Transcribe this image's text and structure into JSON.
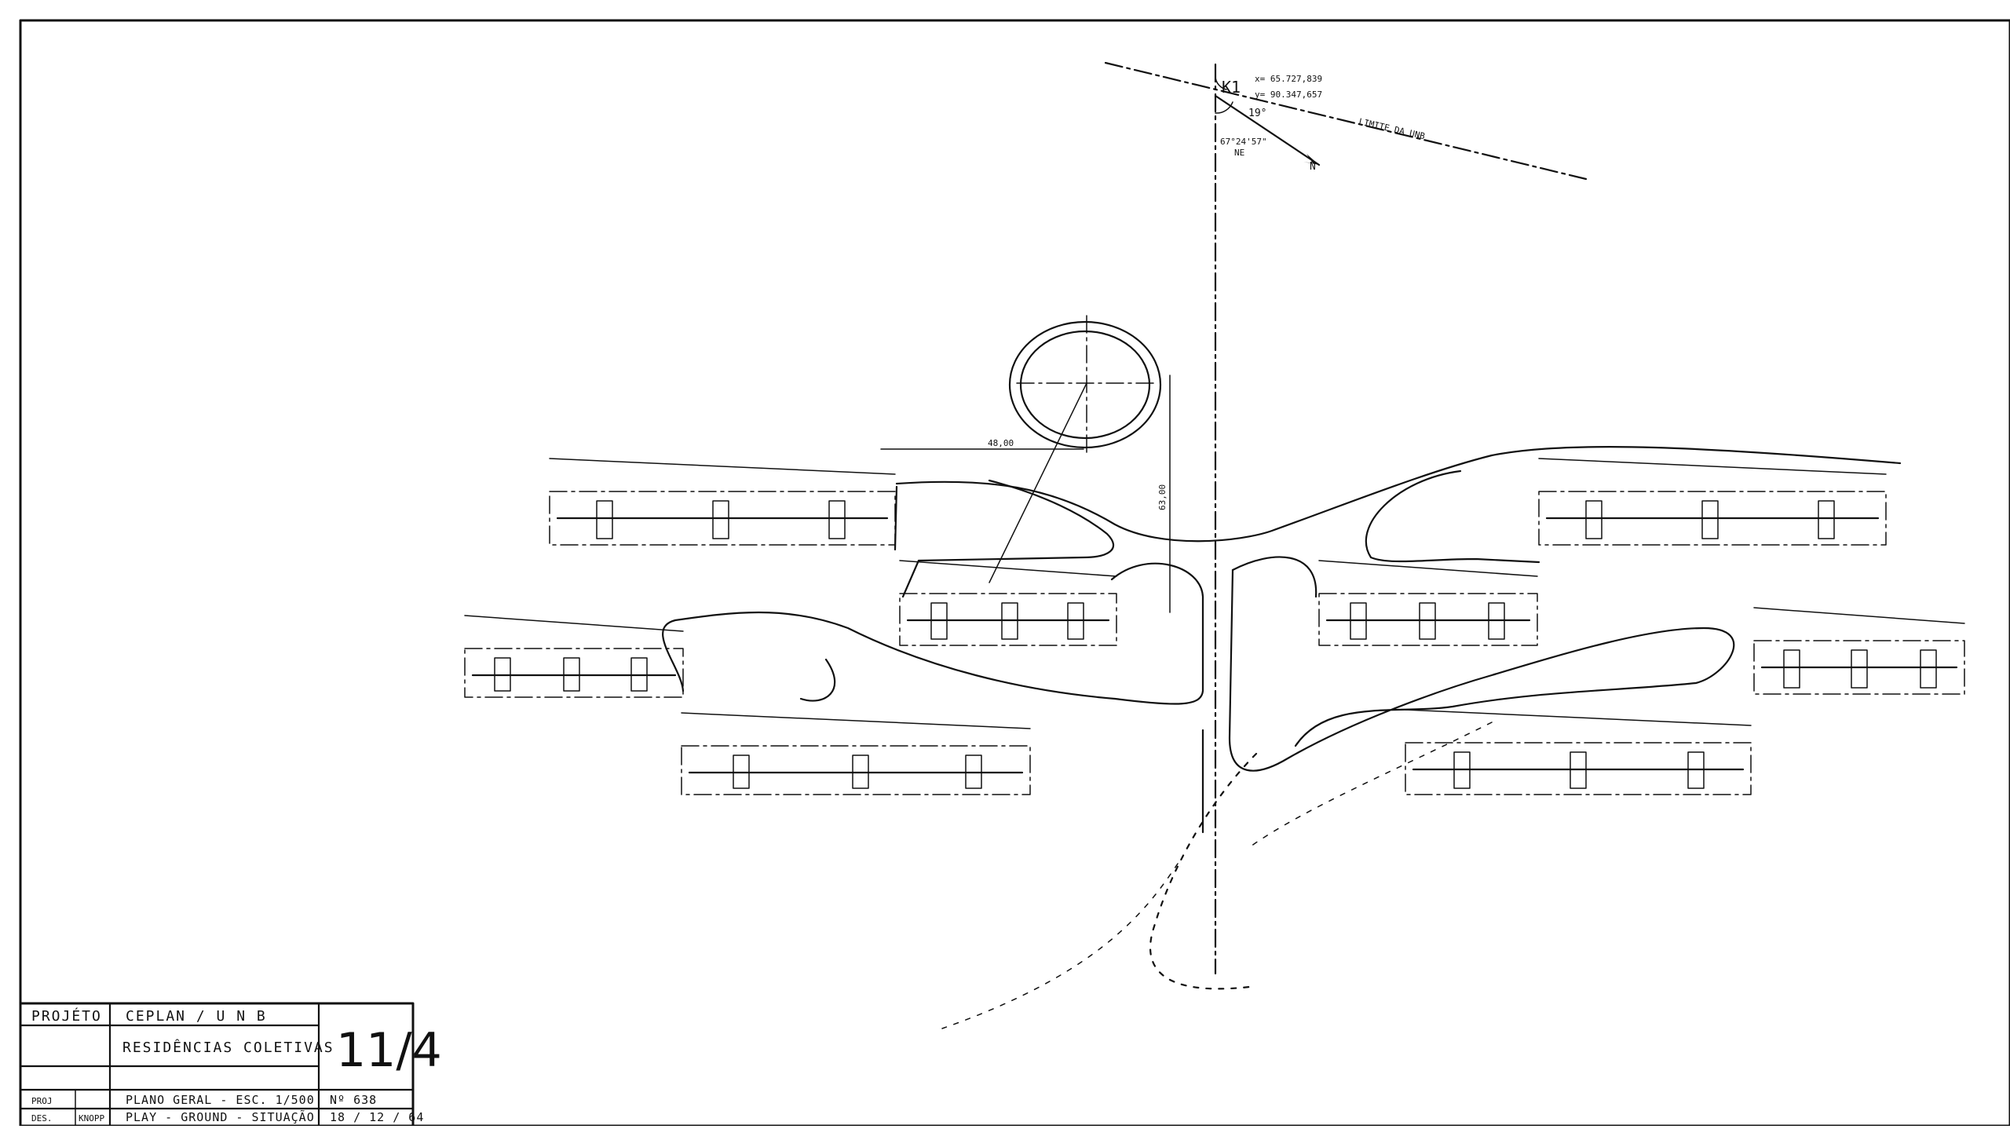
{
  "title_block": {
    "project_label": "PROJÉTO",
    "project_value": "CEPLAN / U N B",
    "subject": "RESIDÊNCIAS COLETIVAS",
    "sheet_number": "11/4",
    "left_label_1": "PROJ",
    "left_label_2": "DES.",
    "left_name_2": "KNOPP",
    "line_plan": "PLANO GERAL - ESC. 1/500",
    "line_plan_no": "Nº 638",
    "line_site": "PLAY - GROUND - SITUAÇÃO",
    "date": "18 / 12 / 64"
  },
  "survey": {
    "point_label": "K1",
    "x_coord": "x= 65.727,839",
    "y_coord": "y= 90.347,657",
    "angle": "19°",
    "bearing": "67°24'57\"",
    "bearing_dir": "NE",
    "north": "N",
    "boundary": "LIMITE DA UNB"
  },
  "dimensions": {
    "horizontal": "48,00",
    "vertical": "63,00"
  }
}
